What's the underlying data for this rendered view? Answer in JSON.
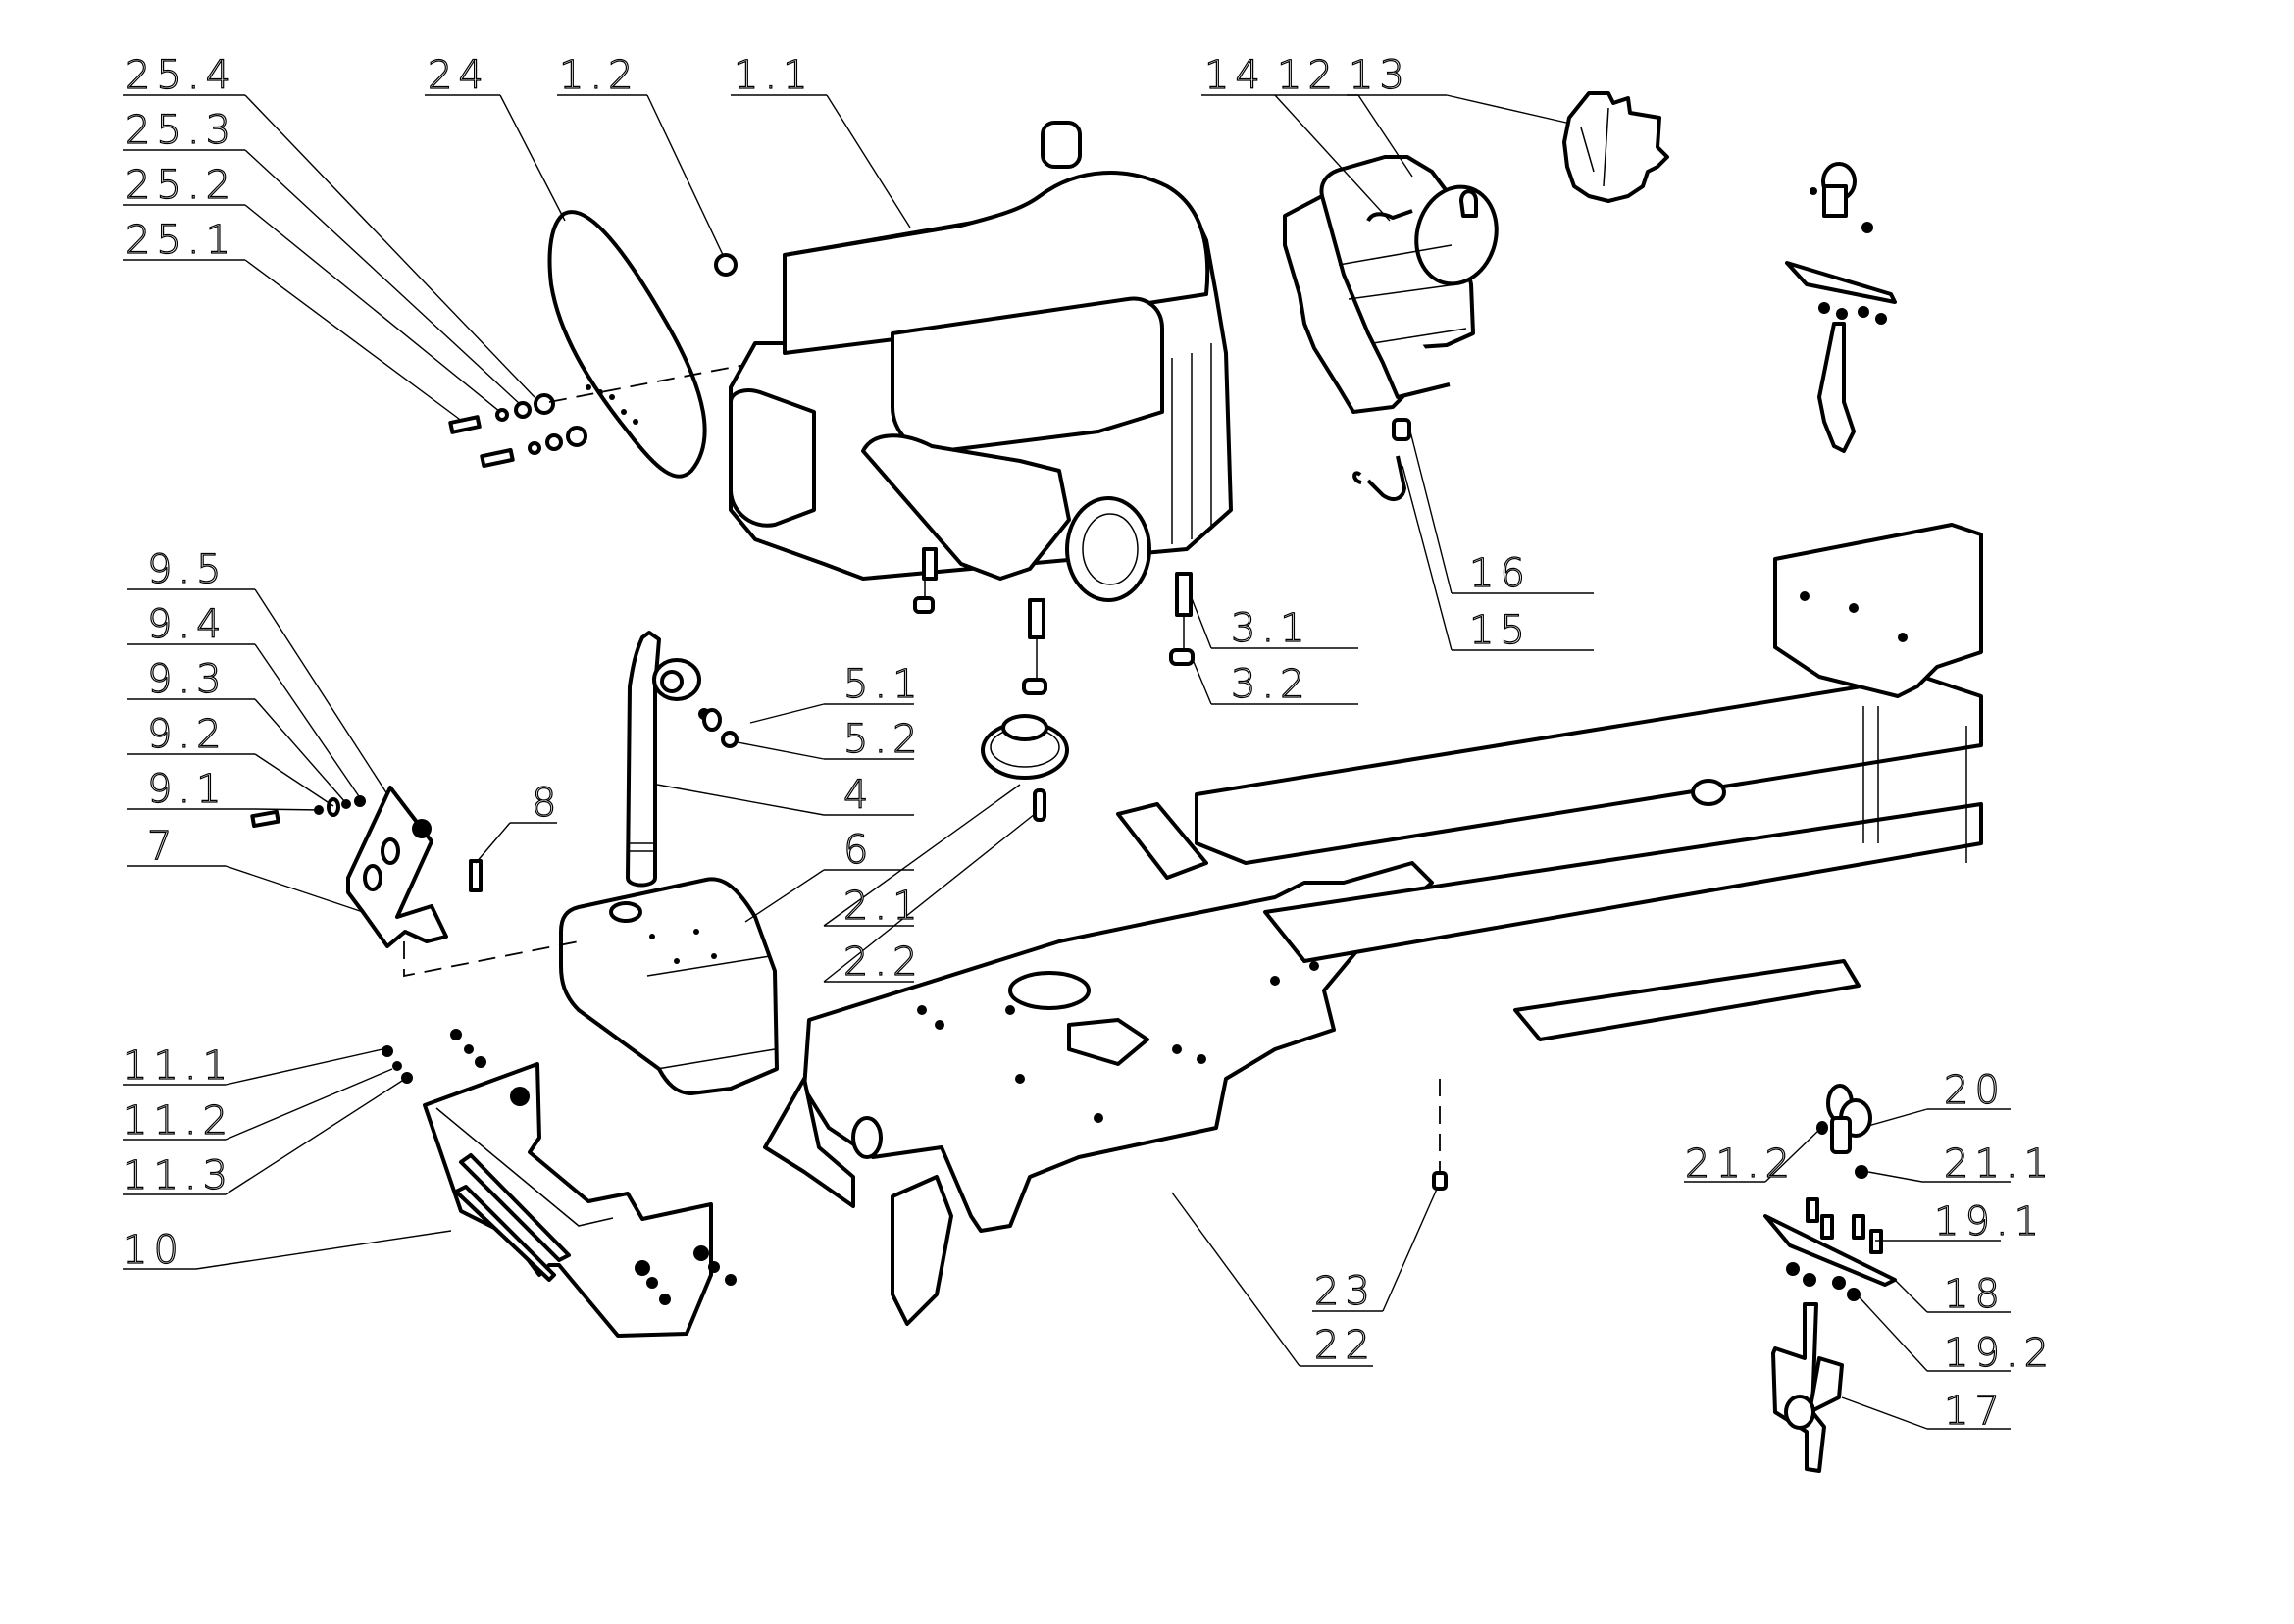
{
  "diagram": {
    "type": "exploded-parts-view",
    "subject": "Riding mower engine, fuel tank and frame assembly",
    "line_color": "#000000",
    "background": "#ffffff"
  },
  "callouts": [
    {
      "id": "25.4",
      "target": "washer"
    },
    {
      "id": "25.3",
      "target": "washer"
    },
    {
      "id": "25.2",
      "target": "washer"
    },
    {
      "id": "25.1",
      "target": "bolt"
    },
    {
      "id": "24",
      "target": "cover-plate"
    },
    {
      "id": "1.2",
      "target": "nut"
    },
    {
      "id": "1.1",
      "target": "engine"
    },
    {
      "id": "14",
      "target": "clip"
    },
    {
      "id": "12",
      "target": "fuel-tank"
    },
    {
      "id": "13",
      "target": "fuel-cap"
    },
    {
      "id": "16",
      "target": "fitting"
    },
    {
      "id": "15",
      "target": "fuel-hose"
    },
    {
      "id": "3.1",
      "target": "bolt"
    },
    {
      "id": "3.2",
      "target": "nut"
    },
    {
      "id": "9.5",
      "target": "nut"
    },
    {
      "id": "9.4",
      "target": "washer"
    },
    {
      "id": "9.3",
      "target": "washer"
    },
    {
      "id": "9.2",
      "target": "washer"
    },
    {
      "id": "9.1",
      "target": "bolt"
    },
    {
      "id": "8",
      "target": "bolt"
    },
    {
      "id": "7",
      "target": "muffler-bracket"
    },
    {
      "id": "5.1",
      "target": "gasket"
    },
    {
      "id": "5.2",
      "target": "nut"
    },
    {
      "id": "4",
      "target": "exhaust-pipe"
    },
    {
      "id": "6",
      "target": "muffler"
    },
    {
      "id": "2.1",
      "target": "pulley"
    },
    {
      "id": "2.2",
      "target": "key"
    },
    {
      "id": "11.1",
      "target": "bolt"
    },
    {
      "id": "11.2",
      "target": "washer"
    },
    {
      "id": "11.3",
      "target": "washer"
    },
    {
      "id": "10",
      "target": "heat-shield"
    },
    {
      "id": "22",
      "target": "chassis-frame"
    },
    {
      "id": "23",
      "target": "bolt"
    },
    {
      "id": "20",
      "target": "knob"
    },
    {
      "id": "21.2",
      "target": "washer"
    },
    {
      "id": "21.1",
      "target": "nut"
    },
    {
      "id": "19.1",
      "target": "screw"
    },
    {
      "id": "18",
      "target": "plate"
    },
    {
      "id": "19.2",
      "target": "nut"
    },
    {
      "id": "17",
      "target": "lever"
    }
  ]
}
